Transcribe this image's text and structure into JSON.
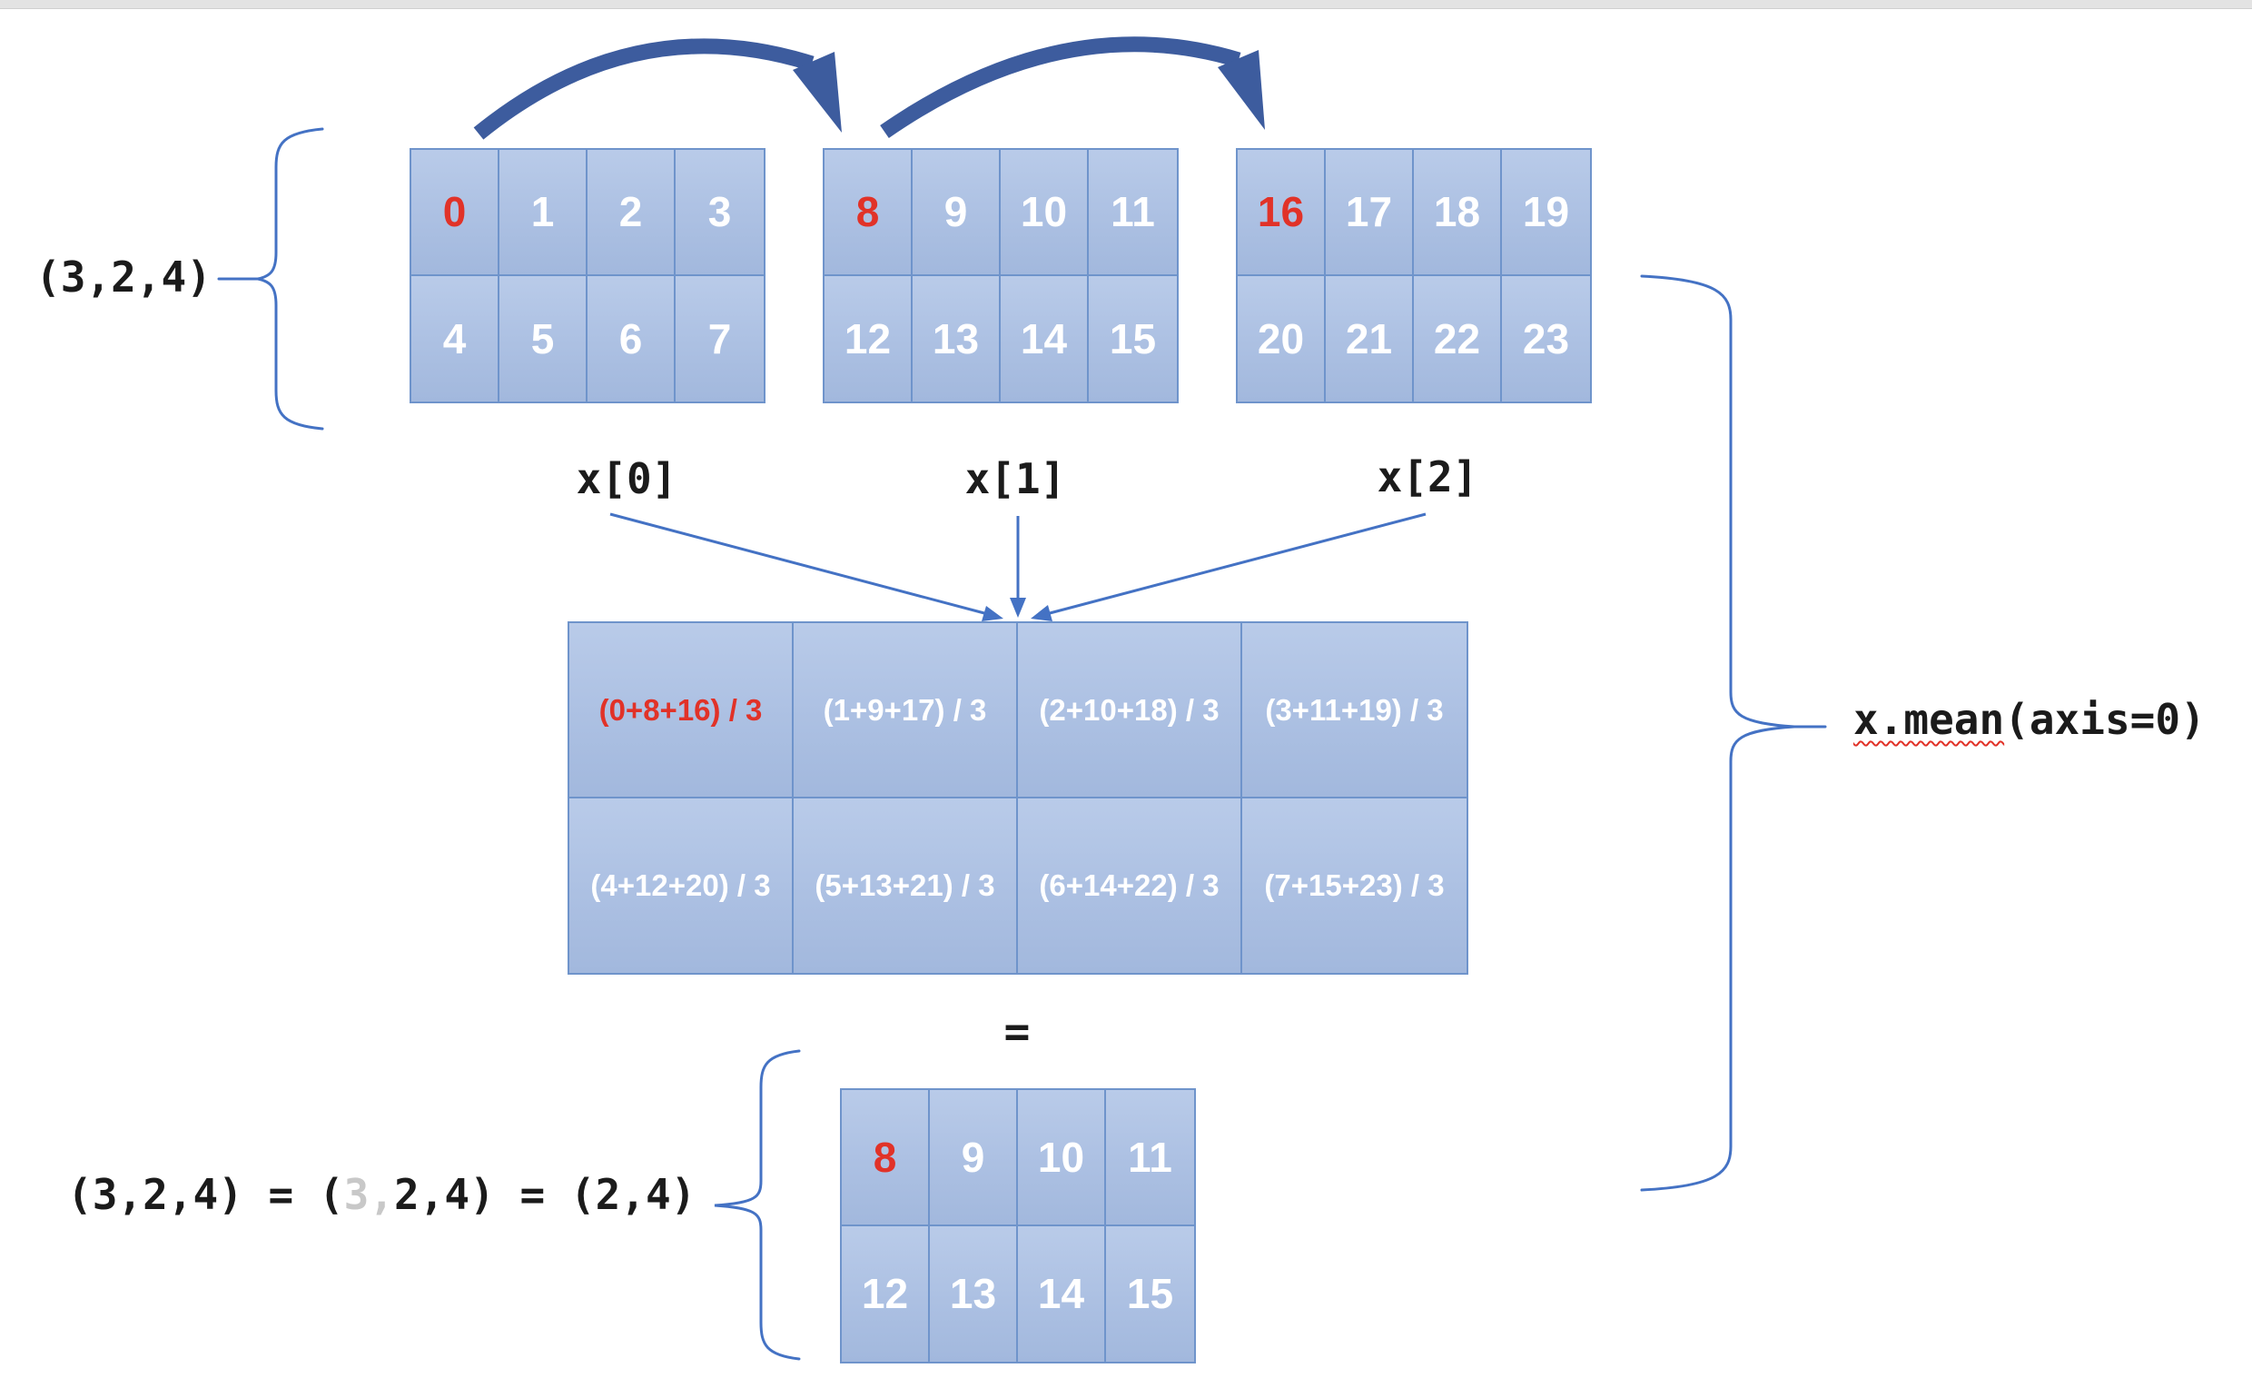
{
  "page": {
    "background": "#ffffff",
    "top_bar_color": "#e3e3e3"
  },
  "colors": {
    "accent_blue": "#4472c4",
    "curved_arrow_blue": "#3d5c9e",
    "cell_border": "#6f94cb",
    "cell_fill_top": "#b9cbe9",
    "cell_fill_bottom": "#a2b8dd",
    "highlight_red": "#e13228",
    "faded_gray": "#c8c8c8",
    "text_black": "#1b1b1b"
  },
  "shape_label": "(3,2,4)",
  "matrices": [
    {
      "label": "x[0]",
      "rows": [
        [
          "0",
          "1",
          "2",
          "3"
        ],
        [
          "4",
          "5",
          "6",
          "7"
        ]
      ]
    },
    {
      "label": "x[1]",
      "rows": [
        [
          "8",
          "9",
          "10",
          "11"
        ],
        [
          "12",
          "13",
          "14",
          "15"
        ]
      ]
    },
    {
      "label": "x[2]",
      "rows": [
        [
          "16",
          "17",
          "18",
          "19"
        ],
        [
          "20",
          "21",
          "22",
          "23"
        ]
      ]
    }
  ],
  "mean_matrix": {
    "rows": [
      [
        "(0+8+16) / 3",
        "(1+9+17) / 3",
        "(2+10+18) / 3",
        "(3+11+19) / 3"
      ],
      [
        "(4+12+20) / 3",
        "(5+13+21) / 3",
        "(6+14+22) / 3",
        "(7+15+23) / 3"
      ]
    ]
  },
  "equals_sign": "=",
  "result_matrix": {
    "rows": [
      [
        "8",
        "9",
        "10",
        "11"
      ],
      [
        "12",
        "13",
        "14",
        "15"
      ]
    ]
  },
  "bottom_equation": {
    "before_gray": "(3,2,4) = (",
    "gray_part": "3,",
    "after_gray": "2,4) = (2,4)"
  },
  "mean_call": {
    "underlined": "x.mean",
    "rest": "(axis=0)"
  }
}
